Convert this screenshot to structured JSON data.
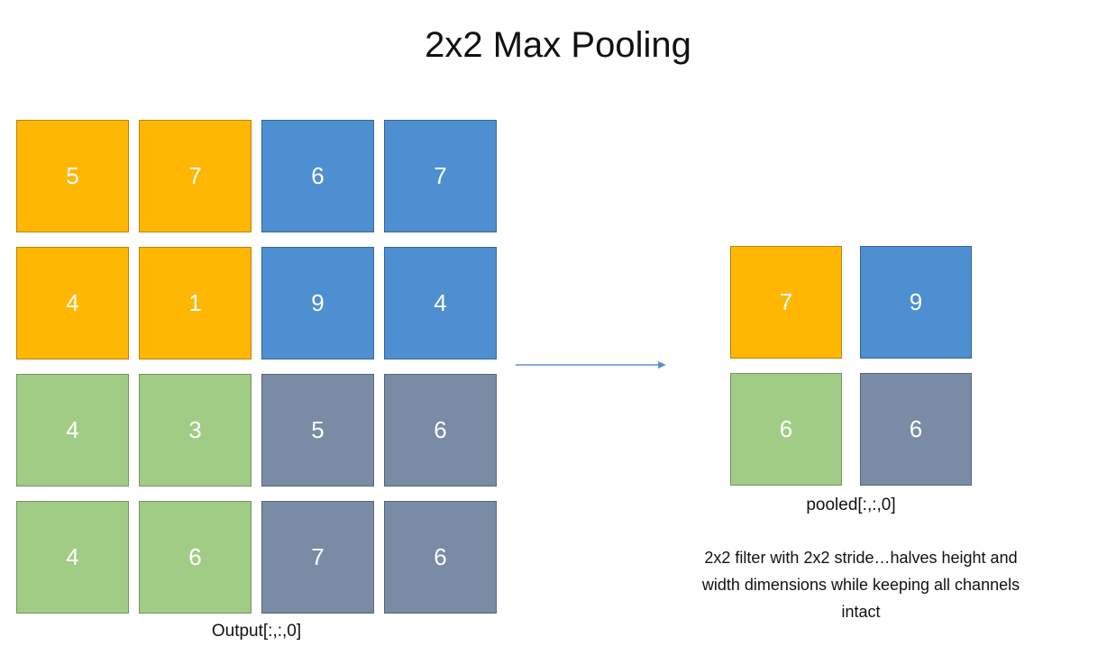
{
  "title": "2x2 Max Pooling",
  "colors": {
    "orange": "#FFB703",
    "blue": "#4D8FD1",
    "green": "#A1CC86",
    "slate": "#7A8BA6",
    "arrow": "#5B8FD0"
  },
  "input": {
    "caption": "Output[:,:,0]",
    "rows": [
      [
        {
          "v": "5",
          "c": "orange"
        },
        {
          "v": "7",
          "c": "orange"
        },
        {
          "v": "6",
          "c": "blue"
        },
        {
          "v": "7",
          "c": "blue"
        }
      ],
      [
        {
          "v": "4",
          "c": "orange"
        },
        {
          "v": "1",
          "c": "orange"
        },
        {
          "v": "9",
          "c": "blue"
        },
        {
          "v": "4",
          "c": "blue"
        }
      ],
      [
        {
          "v": "4",
          "c": "green"
        },
        {
          "v": "3",
          "c": "green"
        },
        {
          "v": "5",
          "c": "slate"
        },
        {
          "v": "6",
          "c": "slate"
        }
      ],
      [
        {
          "v": "4",
          "c": "green"
        },
        {
          "v": "6",
          "c": "green"
        },
        {
          "v": "7",
          "c": "slate"
        },
        {
          "v": "6",
          "c": "slate"
        }
      ]
    ]
  },
  "output": {
    "caption": "pooled[:,:,0]",
    "rows": [
      [
        {
          "v": "7",
          "c": "orange"
        },
        {
          "v": "9",
          "c": "blue"
        }
      ],
      [
        {
          "v": "6",
          "c": "green"
        },
        {
          "v": "6",
          "c": "slate"
        }
      ]
    ]
  },
  "description_lines": [
    "2x2 filter with 2x2 stride…halves height and",
    "width dimensions while keeping all channels",
    "intact"
  ]
}
